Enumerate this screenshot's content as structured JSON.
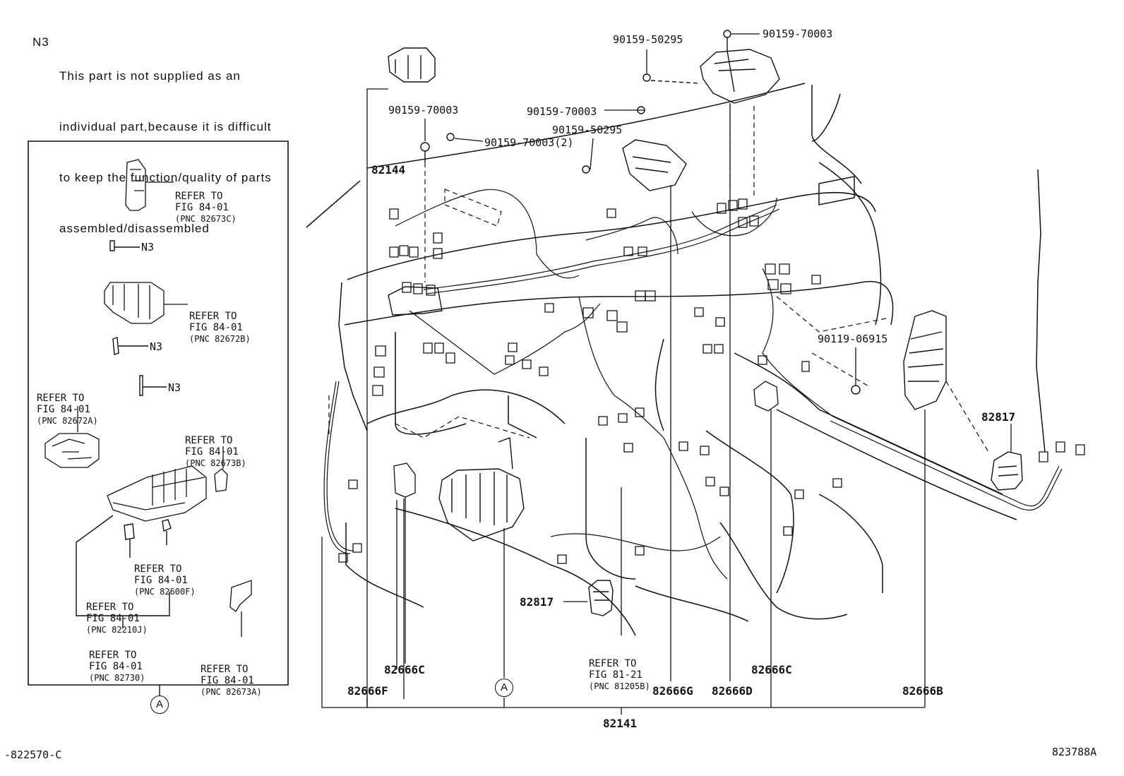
{
  "note": {
    "marker": "N3",
    "lines": [
      "This part is not supplied as an",
      "individual part,because it is difficult",
      "to keep the function/quality of parts",
      "assembled/disassembled"
    ]
  },
  "inset": {
    "refs": [
      {
        "l1": "REFER TO",
        "l2": "FIG 84-01",
        "l3": "(PNC 82673C)"
      },
      {
        "l1": "REFER TO",
        "l2": "FIG 84-01",
        "l3": "(PNC 82672B)"
      },
      {
        "l1": "REFER TO",
        "l2": "FIG 84-01",
        "l3": "(PNC 82672A)"
      },
      {
        "l1": "REFER TO",
        "l2": "FIG 84-01",
        "l3": "(PNC 82673B)"
      },
      {
        "l1": "REFER TO",
        "l2": "FIG 84-01",
        "l3": "(PNC 82600F)"
      },
      {
        "l1": "REFER TO",
        "l2": "FIG 84-01",
        "l3": "(PNC 82210J)"
      },
      {
        "l1": "REFER TO",
        "l2": "FIG 84-01",
        "l3": "(PNC 82730)"
      },
      {
        "l1": "REFER TO",
        "l2": "FIG 84-01",
        "l3": "(PNC 82673A)"
      }
    ],
    "n3_labels": [
      "N3",
      "N3",
      "N3"
    ],
    "circle": "A"
  },
  "parts": {
    "p_90159_50295_top": "90159-50295",
    "p_90159_70003_top": "90159-70003",
    "p_90159_70003_left": "90159-70003",
    "p_90159_70003_mid": "90159-70003",
    "p_90159_50295_mid": "90159-50295",
    "p_90159_70003_2": "90159-70003(2)",
    "p_82144": "82144",
    "p_90119_06915": "90119-06915",
    "p_82817_right": "82817",
    "p_82817_center": "82817",
    "p_82666C_left": "82666C",
    "p_82666F": "82666F",
    "p_82666G": "82666G",
    "p_82666D": "82666D",
    "p_82666C_right": "82666C",
    "p_82666B": "82666B",
    "p_82141": "82141",
    "circle_A": "A"
  },
  "ref_8121": {
    "l1": "REFER TO",
    "l2": "FIG 81-21",
    "l3": "(PNC 81205B)"
  },
  "footer": {
    "left_code": "-822570-C",
    "right_code": "823788A"
  }
}
